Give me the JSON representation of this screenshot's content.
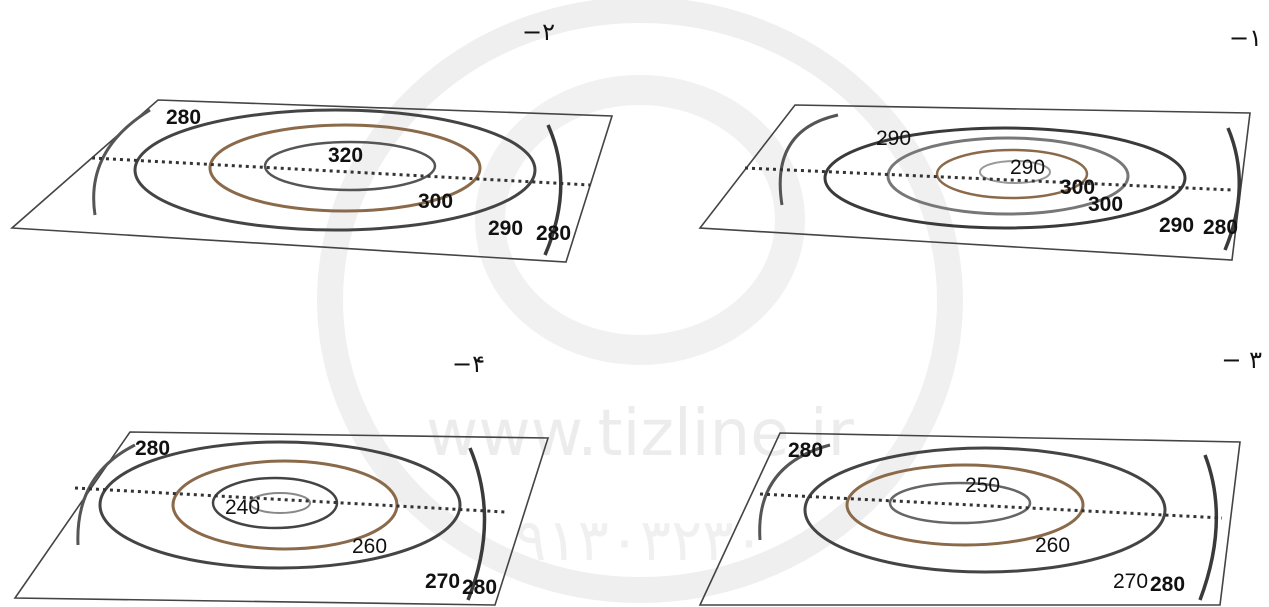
{
  "watermark": {
    "url": "www.tizline.ir",
    "number": "۹۱۳۰۳۲۳۰"
  },
  "panels": [
    {
      "option_label": "−۱",
      "labels": [
        {
          "text": "290",
          "bold": false
        },
        {
          "text": "290",
          "bold": false
        },
        {
          "text": "300",
          "bold": true
        },
        {
          "text": "300",
          "bold": true
        },
        {
          "text": "290",
          "bold": true
        },
        {
          "text": "280",
          "bold": true
        }
      ]
    },
    {
      "option_label": "−۲",
      "labels": [
        {
          "text": "280",
          "bold": true
        },
        {
          "text": "320",
          "bold": true
        },
        {
          "text": "300",
          "bold": true
        },
        {
          "text": "290",
          "bold": true
        },
        {
          "text": "280",
          "bold": true
        }
      ]
    },
    {
      "option_label": "− ۳",
      "labels": [
        {
          "text": "280",
          "bold": true
        },
        {
          "text": "250",
          "bold": false
        },
        {
          "text": "260",
          "bold": false
        },
        {
          "text": "270",
          "bold": false
        },
        {
          "text": "280",
          "bold": true
        }
      ]
    },
    {
      "option_label": "−۴",
      "labels": [
        {
          "text": "280",
          "bold": true
        },
        {
          "text": "240",
          "bold": false
        },
        {
          "text": "260",
          "bold": false
        },
        {
          "text": "270",
          "bold": true
        },
        {
          "text": "280",
          "bold": true
        }
      ]
    }
  ],
  "colors": {
    "plane": "#444444",
    "contour_dark": "#3a3a3a",
    "contour_mid": "#777777",
    "contour_brown": "#8a6a4a",
    "axis": "#333333",
    "watermark": "#e6e6e6"
  }
}
